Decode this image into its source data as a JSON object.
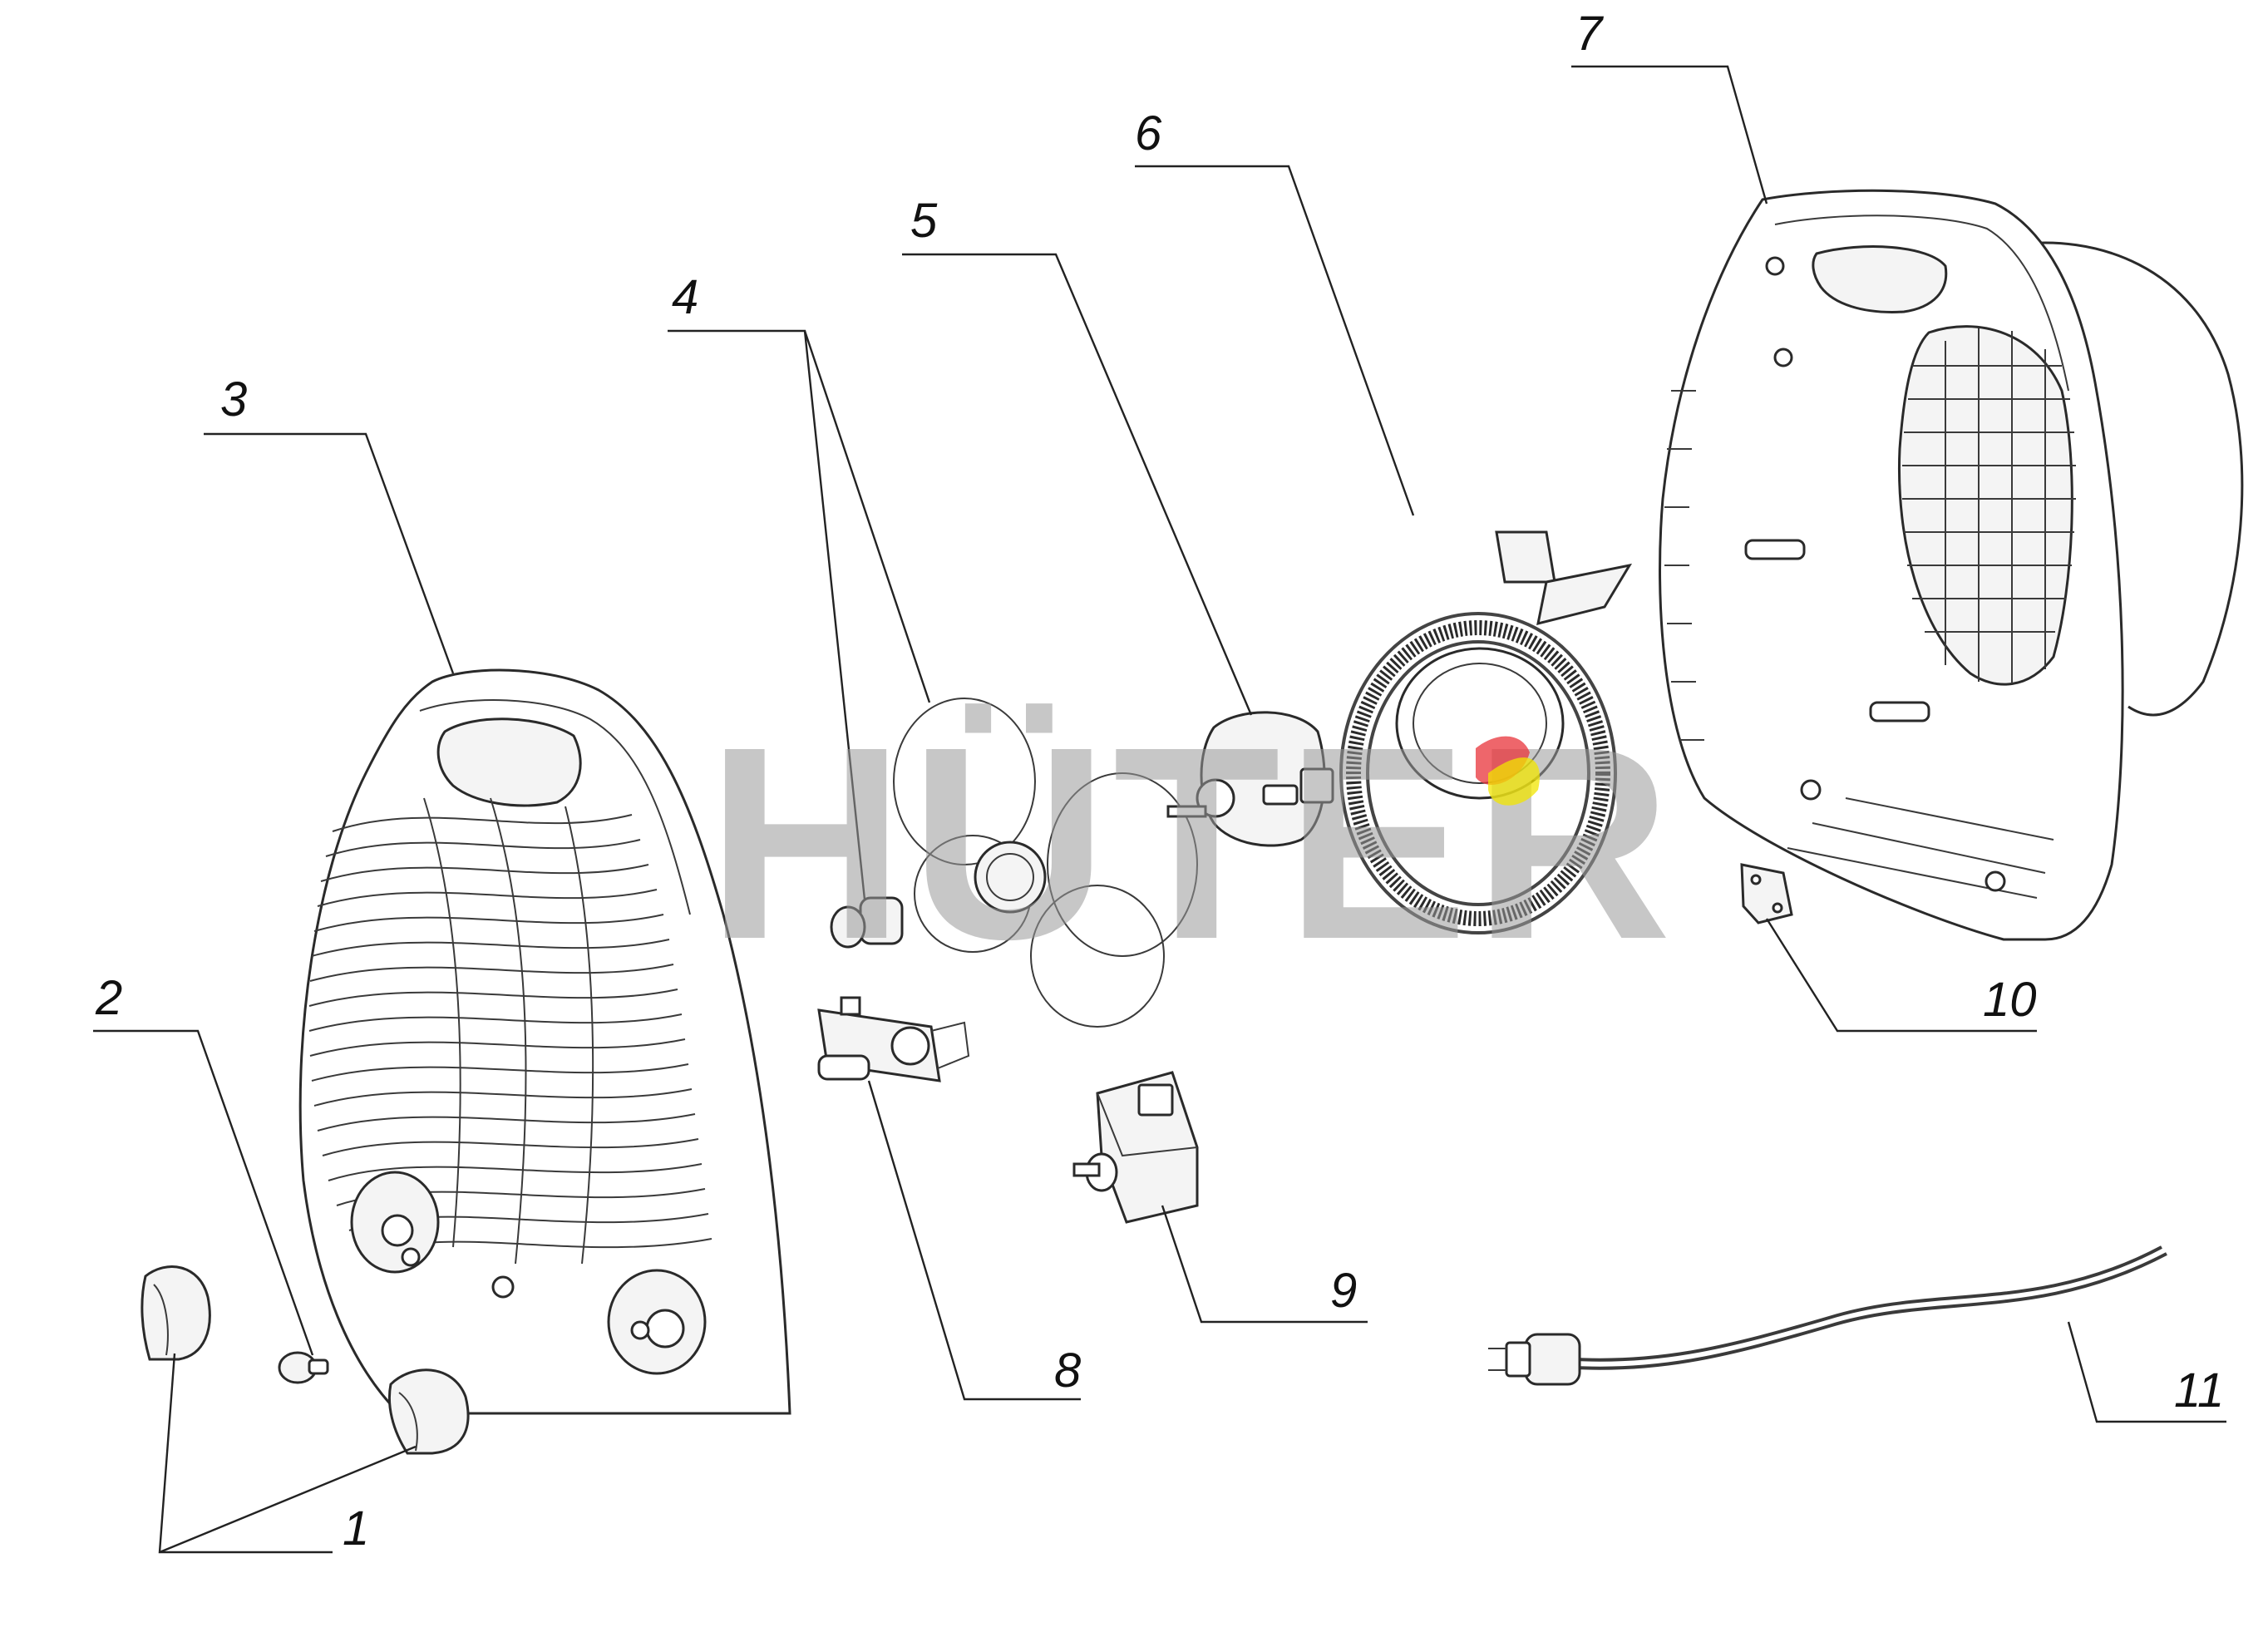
{
  "diagram": {
    "watermark": "HÜTER",
    "callouts": [
      {
        "id": "1",
        "label": "1"
      },
      {
        "id": "2",
        "label": "2"
      },
      {
        "id": "3",
        "label": "3"
      },
      {
        "id": "4",
        "label": "4"
      },
      {
        "id": "5",
        "label": "5"
      },
      {
        "id": "6",
        "label": "6"
      },
      {
        "id": "7",
        "label": "7"
      },
      {
        "id": "8",
        "label": "8"
      },
      {
        "id": "9",
        "label": "9"
      },
      {
        "id": "10",
        "label": "10"
      },
      {
        "id": "11",
        "label": "11"
      }
    ],
    "colors": {
      "line": "#222222",
      "watermark_gray": "#9a9a9a",
      "logo_red": "#e8333a",
      "logo_yellow": "#f2e600"
    }
  }
}
